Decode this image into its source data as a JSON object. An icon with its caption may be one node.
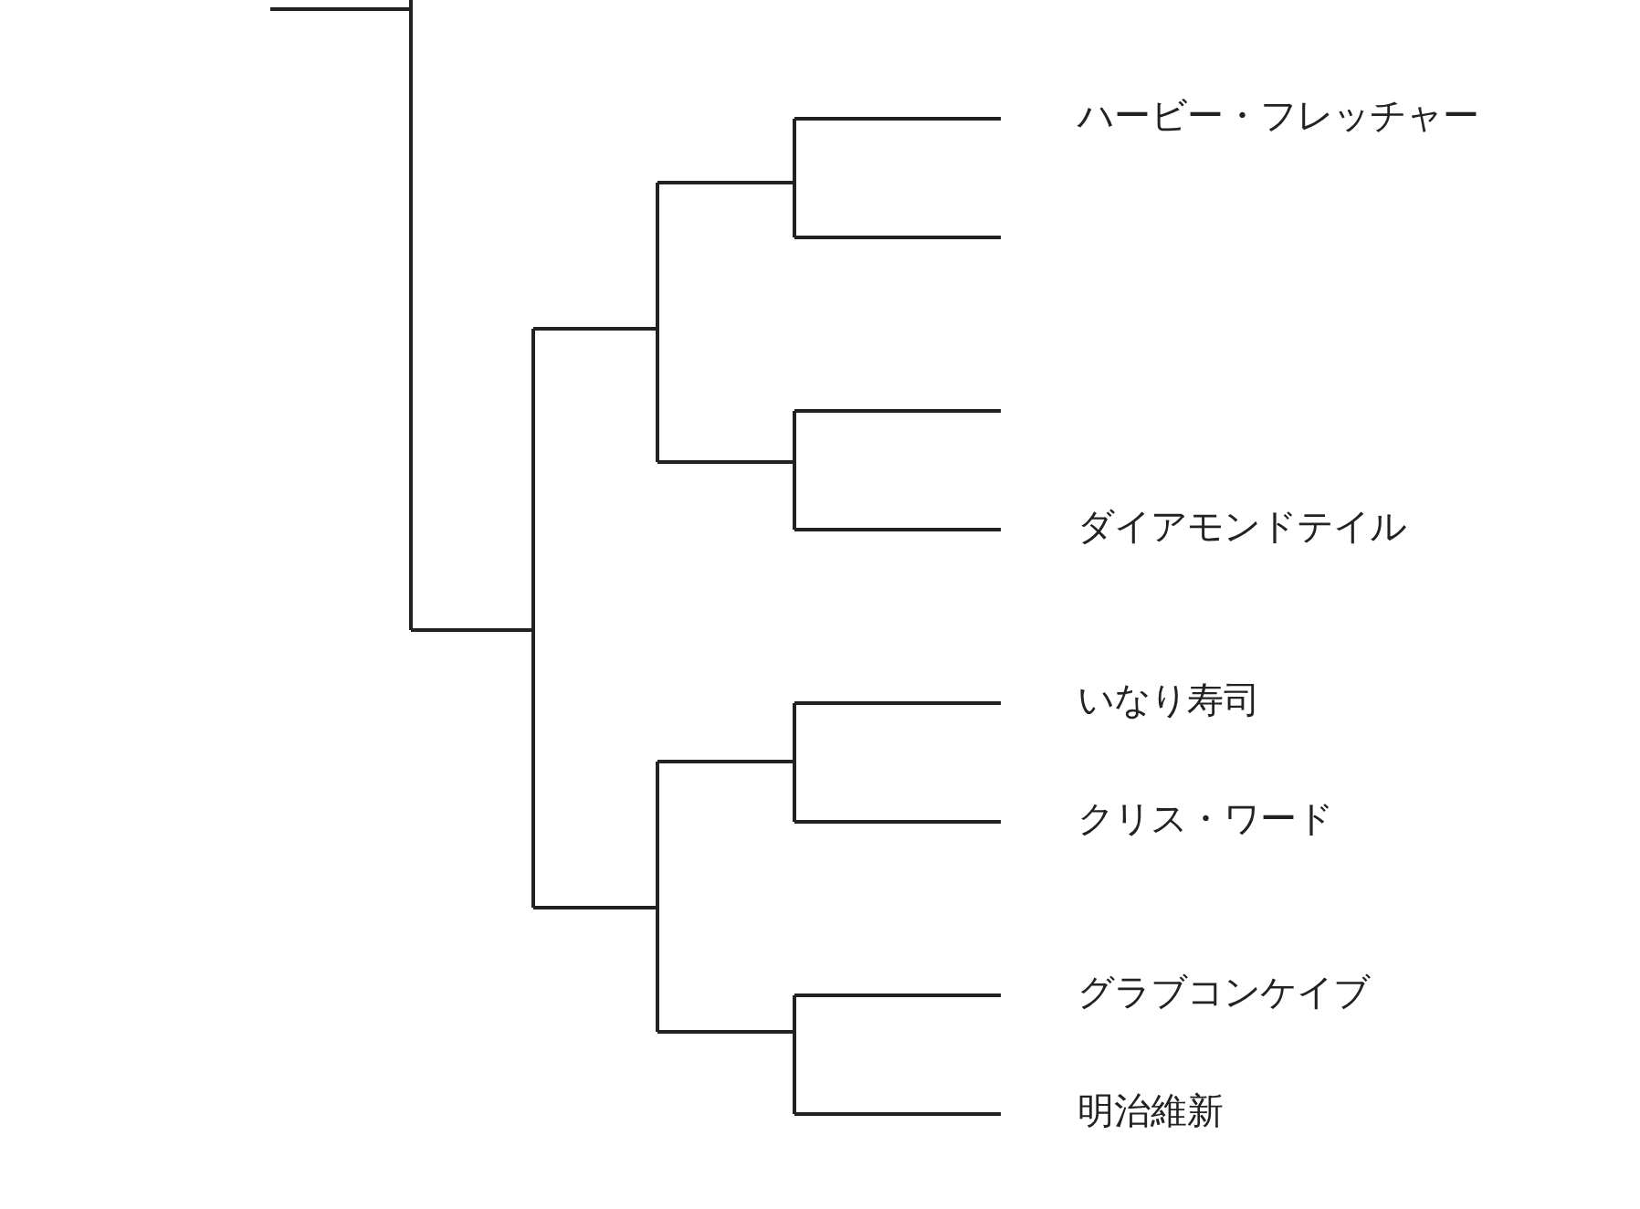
{
  "diagram": {
    "labels": [
      "ハービー・フレッチャー",
      "ダイアモンドテイル",
      "いなり寿司",
      "クリス・ワード",
      "グラブコンケイブ",
      "明治維新"
    ]
  }
}
